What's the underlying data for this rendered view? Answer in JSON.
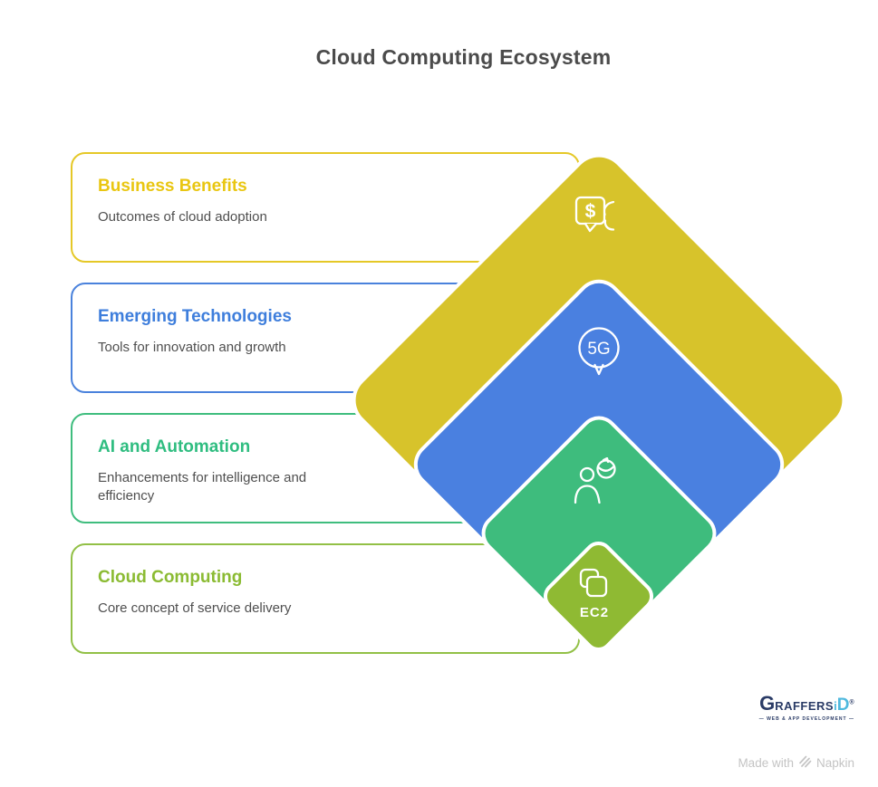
{
  "page": {
    "title": "Cloud Computing Ecosystem",
    "background_color": "#ffffff",
    "title_color": "#4B4B4B"
  },
  "cards": [
    {
      "title": "Business Benefits",
      "subtitle": "Outcomes of cloud adoption",
      "accent_color": "#E9C611",
      "border_color": "#E5C827"
    },
    {
      "title": "Emerging Technologies",
      "subtitle": "Tools for innovation and growth",
      "accent_color": "#3E7EDC",
      "border_color": "#4A82DC"
    },
    {
      "title": "AI and Automation",
      "subtitle": "Enhancements for intelligence and efficiency",
      "accent_color": "#2FBD80",
      "border_color": "#3FBD7E"
    },
    {
      "title": "Cloud Computing",
      "subtitle": "Core concept of service delivery",
      "accent_color": "#8BBB33",
      "border_color": "#92C046"
    }
  ],
  "diamonds": [
    {
      "refers_to": "Business Benefits",
      "fill": "#D7C32B",
      "icon": "money-chat-icon",
      "icon_label": "$"
    },
    {
      "refers_to": "Emerging Technologies",
      "fill": "#4A80E0",
      "icon": "5g-balloon-icon",
      "icon_label": "5G"
    },
    {
      "refers_to": "AI and Automation",
      "fill": "#3EBC7D",
      "icon": "person-sync-icon",
      "icon_label": ""
    },
    {
      "refers_to": "Cloud Computing",
      "fill": "#8FBA33",
      "icon": "ec2-boxes-icon",
      "icon_label": "EC2"
    }
  ],
  "footer": {
    "brand": {
      "part_g": "G",
      "part_caps": "RAFFERS",
      "part_i": "i",
      "part_d": "D",
      "reg": "®",
      "tagline": "— WEB & APP DEVELOPMENT —"
    },
    "credit": {
      "prefix": "Made with",
      "brand": "Napkin"
    }
  }
}
